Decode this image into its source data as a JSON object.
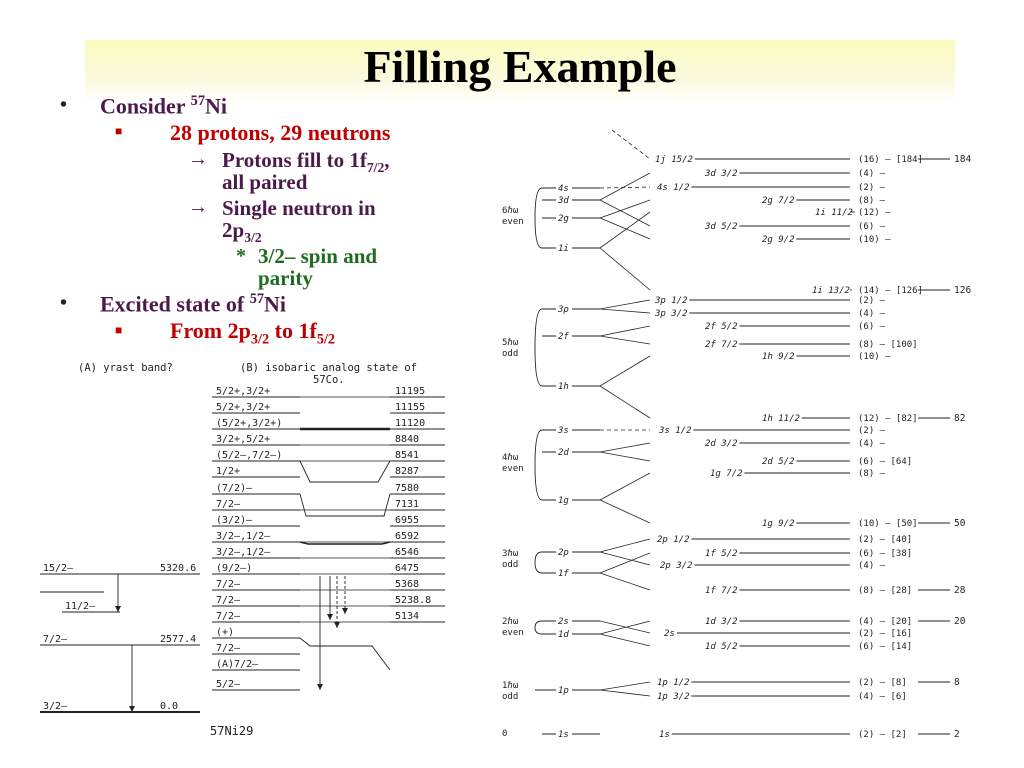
{
  "title": "Filling Example",
  "bullets": {
    "consider_text": "Consider ",
    "consider_sup": "57",
    "consider_elem": "Ni",
    "protons_neutrons": "28 protons, 29 neutrons",
    "protons_fill_a": "Protons fill to 1f",
    "protons_fill_sub": "7/2",
    "protons_fill_b": ",",
    "all_paired": "all paired",
    "single_neutron": "Single neutron in",
    "neutron_state": "2p",
    "neutron_state_sub": "3/2",
    "spin_a": "3/2– spin and",
    "spin_b": "parity",
    "excited_text": "Excited state of ",
    "excited_sup": "57",
    "excited_elem": "Ni",
    "from_a": "From 2p",
    "from_sub1": "3/2",
    "from_b": " to 1f",
    "from_sub2": "5/2"
  },
  "level_diagram": {
    "header_a": "(A) yrast band?",
    "header_b_line1": "(B) isobaric analog state of",
    "header_b_line2": "57Co.",
    "band_b": [
      {
        "spin": "5/2+,3/2+",
        "energy": "11195"
      },
      {
        "spin": "5/2+,3/2+",
        "energy": "11155"
      },
      {
        "spin": "(5/2+,3/2+)",
        "energy": "11120"
      },
      {
        "spin": "3/2+,5/2+",
        "energy": "8840"
      },
      {
        "spin": "(5/2–,7/2–)",
        "energy": "8541"
      },
      {
        "spin": "1/2+",
        "energy": "8287"
      },
      {
        "spin": "(7/2)–",
        "energy": "7580"
      },
      {
        "spin": "7/2–",
        "energy": "7131"
      },
      {
        "spin": "(3/2)–",
        "energy": "6955"
      },
      {
        "spin": "3/2–,1/2–",
        "energy": "6592"
      },
      {
        "spin": "3/2–,1/2–",
        "energy": "6546"
      },
      {
        "spin": "(9/2–)",
        "energy": "6475"
      },
      {
        "spin": "7/2–",
        "energy": "5368"
      },
      {
        "spin": "7/2–",
        "energy": "5238.8"
      },
      {
        "spin": "7/2–",
        "energy": "5134"
      },
      {
        "spin": "(+)",
        "energy": ""
      },
      {
        "spin": "7/2–",
        "energy": ""
      },
      {
        "spin": "(A)7/2–",
        "energy": ""
      },
      {
        "spin": "5/2–",
        "energy": ""
      }
    ],
    "band_a": [
      {
        "spin": "15/2–",
        "energy": "5320.6"
      },
      {
        "spin": "11/2–",
        "energy": ""
      },
      {
        "spin": "7/2–",
        "energy": "2577.4"
      },
      {
        "spin": "3/2–",
        "energy": "0.0"
      }
    ],
    "nucleus_label": "57Ni29"
  },
  "shell_diagram": {
    "groups": [
      {
        "label1": "6ℏω",
        "label2": "even"
      },
      {
        "label1": "5ℏω",
        "label2": "odd"
      },
      {
        "label1": "4ℏω",
        "label2": "even"
      },
      {
        "label1": "3ℏω",
        "label2": "odd"
      },
      {
        "label1": "2ℏω",
        "label2": "even"
      },
      {
        "label1": "1ℏω",
        "label2": "odd"
      },
      {
        "label1": "0",
        "label2": ""
      }
    ],
    "osc_levels": [
      "4s",
      "3d",
      "2g",
      "1i",
      "3p",
      "2f",
      "1h",
      "3s",
      "2d",
      "1g",
      "2p",
      "1f",
      "2s",
      "1d",
      "1p",
      "1s"
    ],
    "split_levels": [
      "1j 15/2",
      "3d 3/2",
      "4s 1/2",
      "2g 7/2",
      "1i 11/2",
      "3d 5/2",
      "2g 9/2",
      "1i 13/2",
      "3p 1/2",
      "3p 3/2",
      "2f 5/2",
      "2f 7/2",
      "1h 9/2",
      "1h 11/2",
      "3s 1/2",
      "2d 3/2",
      "2d 5/2",
      "1g 7/2",
      "1g 9/2",
      "2p 1/2",
      "1f 5/2",
      "2p 3/2",
      "1f 7/2",
      "1d 3/2",
      "2s",
      "1d 5/2",
      "1p 1/2",
      "1p 3/2",
      "1s"
    ],
    "occupancies": [
      {
        "n": "(16)",
        "cum": "[184]",
        "magic": "184"
      },
      {
        "n": "(4)",
        "cum": "",
        "magic": ""
      },
      {
        "n": "(2)",
        "cum": "",
        "magic": ""
      },
      {
        "n": "(8)",
        "cum": "",
        "magic": ""
      },
      {
        "n": "(12)",
        "cum": "",
        "magic": ""
      },
      {
        "n": "(6)",
        "cum": "",
        "magic": ""
      },
      {
        "n": "(10)",
        "cum": "",
        "magic": ""
      },
      {
        "n": "(14)",
        "cum": "[126]",
        "magic": "126"
      },
      {
        "n": "(2)",
        "cum": "",
        "magic": ""
      },
      {
        "n": "(4)",
        "cum": "",
        "magic": ""
      },
      {
        "n": "(6)",
        "cum": "",
        "magic": ""
      },
      {
        "n": "(8)",
        "cum": "[100]",
        "magic": ""
      },
      {
        "n": "(10)",
        "cum": "",
        "magic": ""
      },
      {
        "n": "(12)",
        "cum": "[82]",
        "magic": "82"
      },
      {
        "n": "(2)",
        "cum": "",
        "magic": ""
      },
      {
        "n": "(4)",
        "cum": "",
        "magic": ""
      },
      {
        "n": "(6)",
        "cum": "[64]",
        "magic": ""
      },
      {
        "n": "(8)",
        "cum": "",
        "magic": ""
      },
      {
        "n": "(10)",
        "cum": "[50]",
        "magic": "50"
      },
      {
        "n": "(2)",
        "cum": "[40]",
        "magic": ""
      },
      {
        "n": "(6)",
        "cum": "[38]",
        "magic": ""
      },
      {
        "n": "(4)",
        "cum": "",
        "magic": ""
      },
      {
        "n": "(8)",
        "cum": "[28]",
        "magic": "28"
      },
      {
        "n": "(4)",
        "cum": "[20]",
        "magic": "20"
      },
      {
        "n": "(2)",
        "cum": "[16]",
        "magic": ""
      },
      {
        "n": "(6)",
        "cum": "[14]",
        "magic": ""
      },
      {
        "n": "(2)",
        "cum": "[8]",
        "magic": "8"
      },
      {
        "n": "(4)",
        "cum": "[6]",
        "magic": ""
      },
      {
        "n": "(2)",
        "cum": "[2]",
        "magic": "2"
      }
    ]
  }
}
